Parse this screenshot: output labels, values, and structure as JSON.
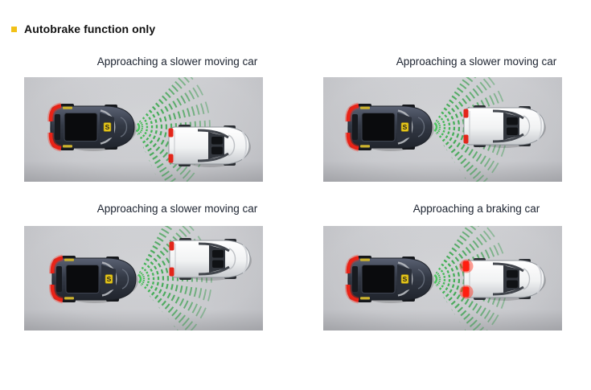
{
  "title": {
    "text": "Autobrake function only",
    "bullet_icon": "yellow-square",
    "bullet_color": "#f2c117"
  },
  "panels": [
    {
      "caption": "Approaching a slower moving car",
      "scenario": "lead car ahead, offset to the right lane below"
    },
    {
      "caption": "Approaching a slower moving car",
      "scenario": "lead car directly ahead in same lane"
    },
    {
      "caption": "Approaching a slower moving car",
      "scenario": "lead car ahead, offset to the lane above"
    },
    {
      "caption": "Approaching a braking car",
      "scenario": "lead car directly ahead with brake lights lit"
    }
  ],
  "scene": {
    "ego_badge": "S",
    "colors": {
      "radar_green": "#2fa344",
      "brake_red": "#e3261a",
      "taillight_red": "#ff2a1a",
      "accent_yellow": "#e6c619",
      "scene_background": "#c9cace",
      "ego_body": "#343a46",
      "lead_body": "#ffffff",
      "caption_text": "#1c2330",
      "title_text": "#111111"
    }
  }
}
